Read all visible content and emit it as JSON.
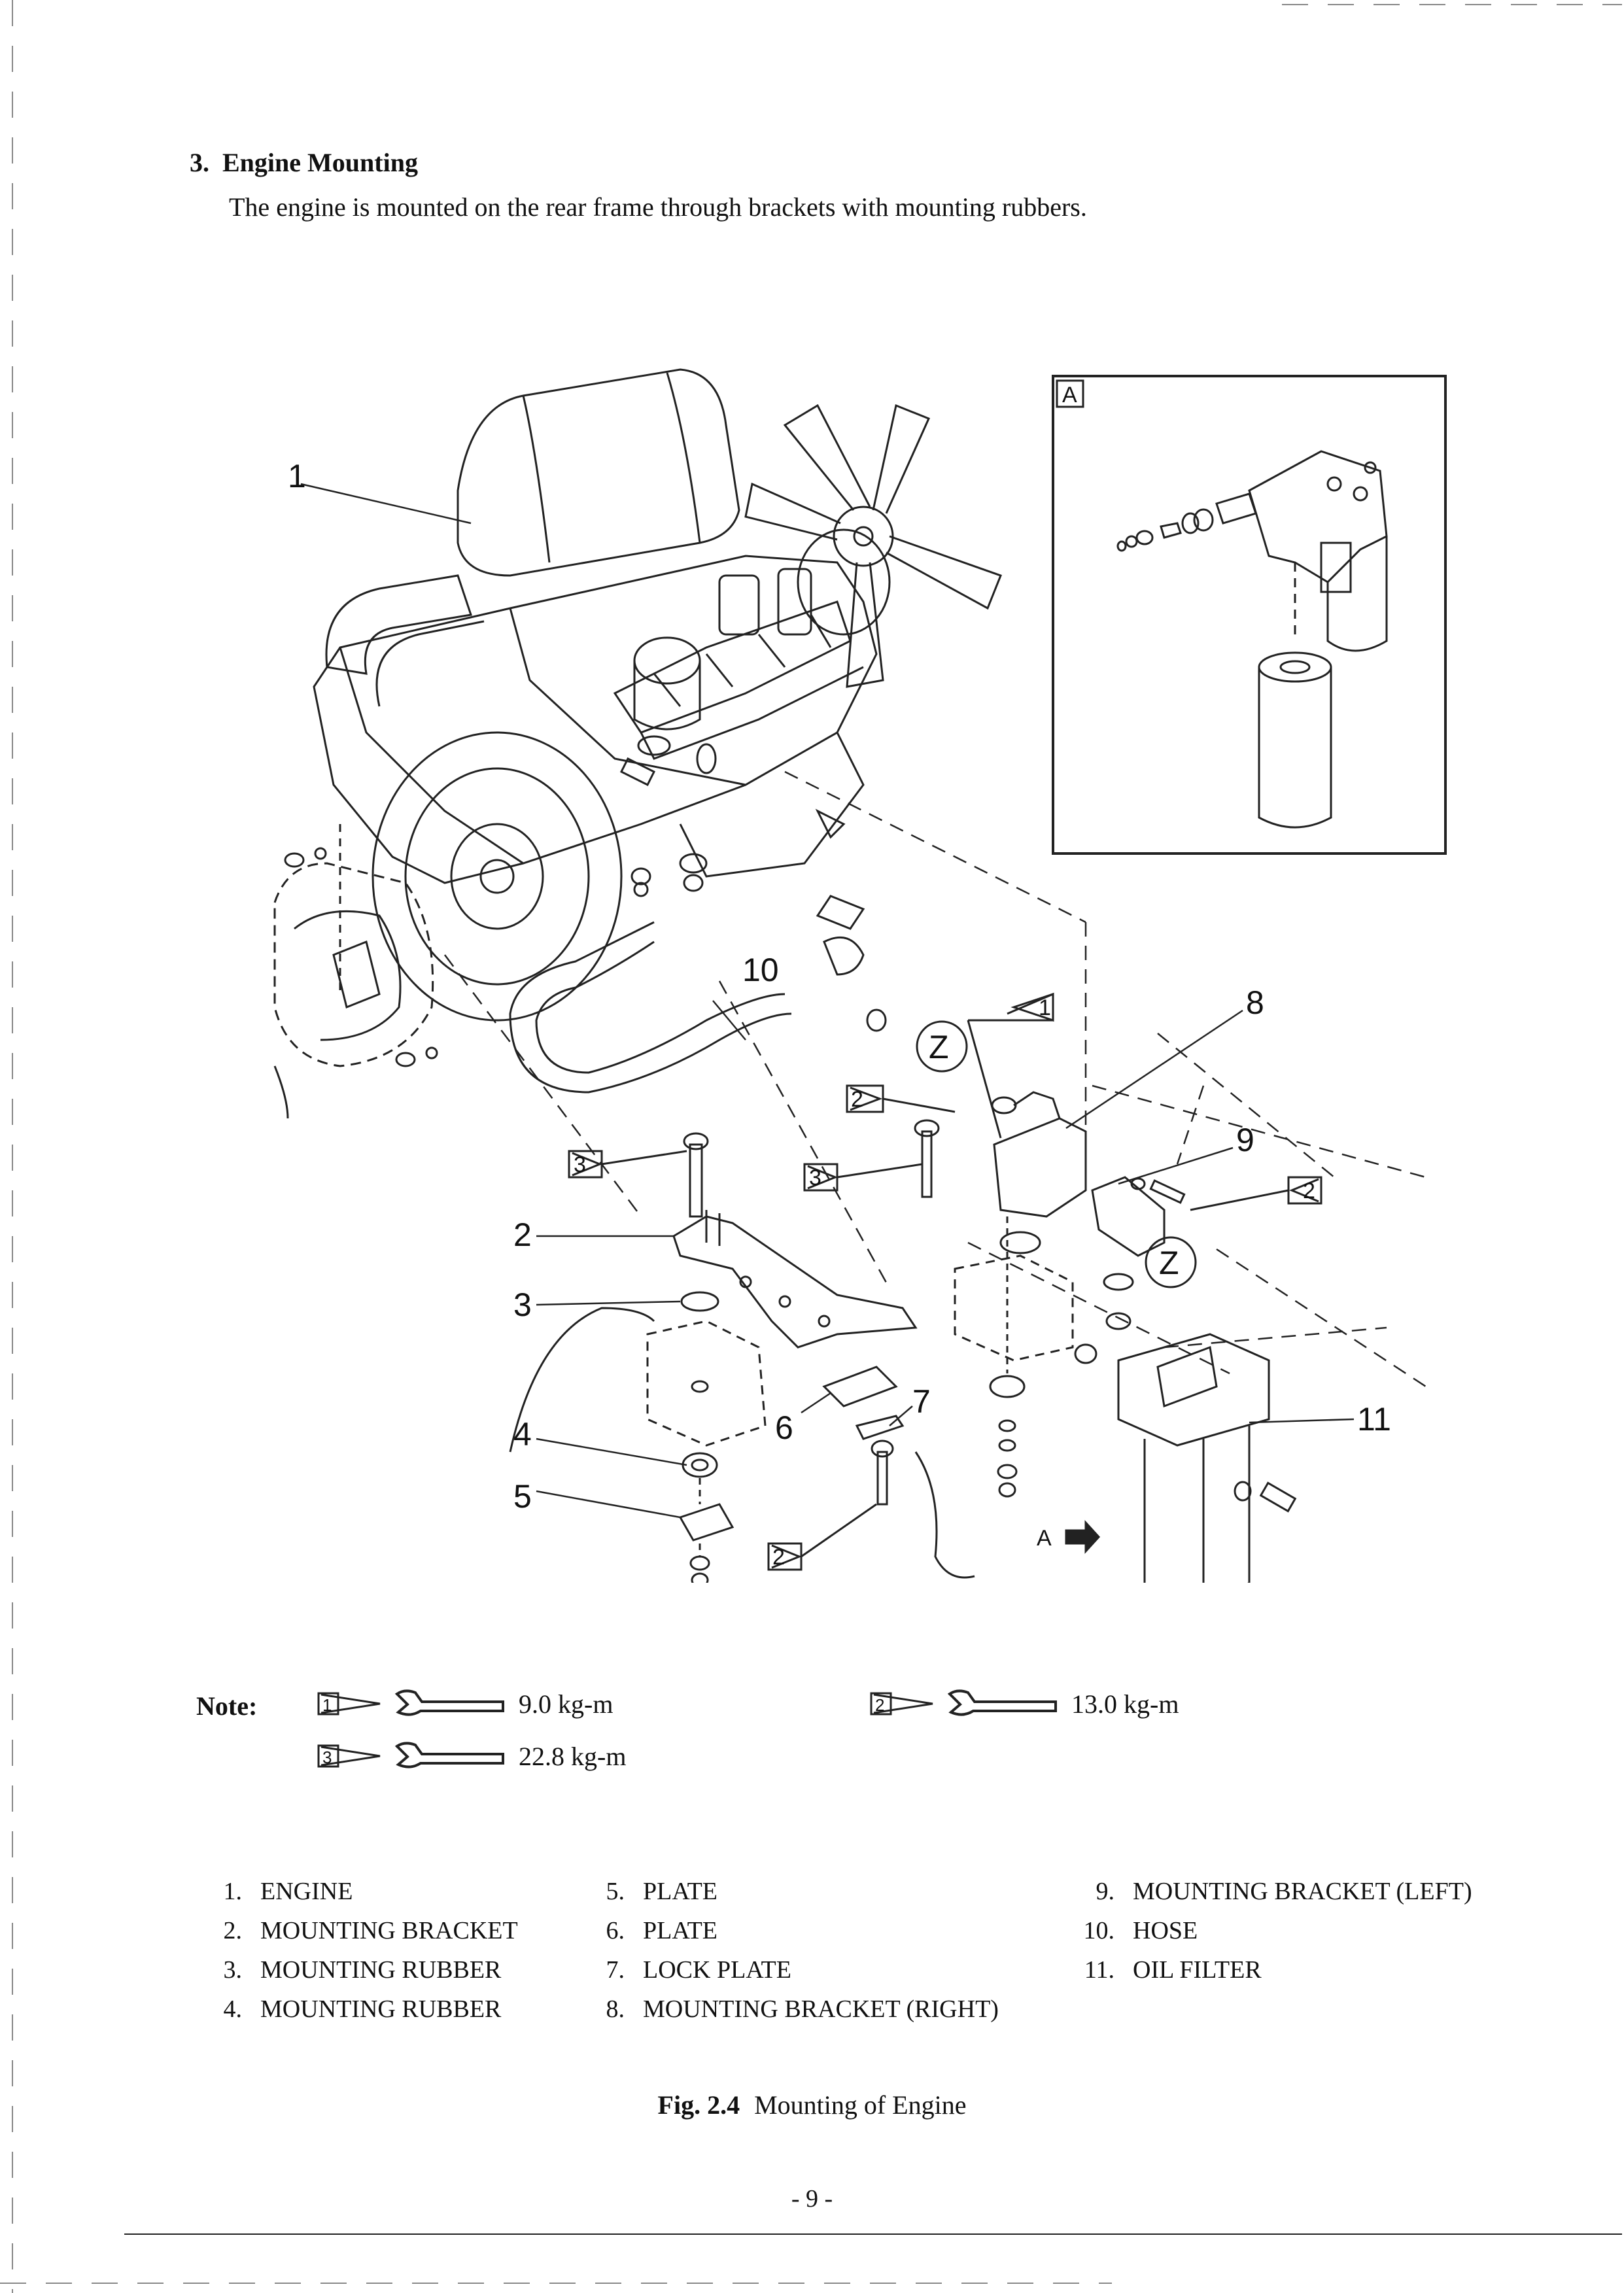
{
  "section": {
    "number": "3.",
    "title": "Engine Mounting",
    "text": "The engine is mounted on the rear frame through brackets with mounting rubbers."
  },
  "diagram": {
    "inset_label": "A",
    "view_arrow_label": "A",
    "callouts": [
      "1",
      "2",
      "3",
      "4",
      "5",
      "6",
      "7",
      "8",
      "9",
      "10",
      "11"
    ],
    "torque_tags": [
      "1",
      "2",
      "3"
    ],
    "view_circle_label": "Z"
  },
  "note": {
    "label": "Note:",
    "torques": [
      {
        "tag": "1",
        "value": "9.0 kg-m"
      },
      {
        "tag": "2",
        "value": "13.0 kg-m"
      },
      {
        "tag": "3",
        "value": "22.8 kg-m"
      }
    ]
  },
  "parts": [
    {
      "no": "1.",
      "name": "ENGINE"
    },
    {
      "no": "2.",
      "name": "MOUNTING BRACKET"
    },
    {
      "no": "3.",
      "name": "MOUNTING RUBBER"
    },
    {
      "no": "4.",
      "name": "MOUNTING RUBBER"
    },
    {
      "no": "5.",
      "name": "PLATE"
    },
    {
      "no": "6.",
      "name": "PLATE"
    },
    {
      "no": "7.",
      "name": "LOCK PLATE"
    },
    {
      "no": "8.",
      "name": "MOUNTING BRACKET (RIGHT)"
    },
    {
      "no": "9.",
      "name": "MOUNTING BRACKET (LEFT)"
    },
    {
      "no": "10.",
      "name": "HOSE"
    },
    {
      "no": "11.",
      "name": "OIL FILTER"
    }
  ],
  "caption": {
    "label": "Fig. 2.4",
    "text": "Mounting of Engine"
  },
  "page_number": "- 9 -"
}
